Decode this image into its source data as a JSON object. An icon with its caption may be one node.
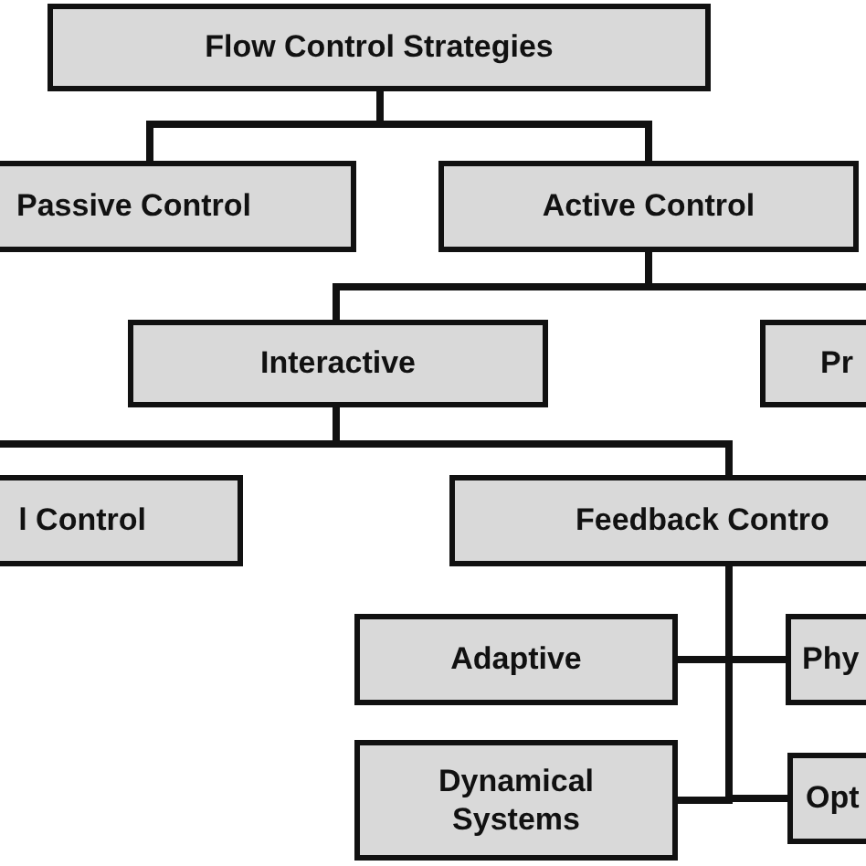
{
  "diagram": {
    "nodes": [
      {
        "text": [
          "Flow Control Strategies"
        ]
      },
      {
        "text": [
          "Passive Control"
        ]
      },
      {
        "text": [
          "Active Control"
        ]
      },
      {
        "text": [
          "Interactive"
        ]
      },
      {
        "text": [
          "Pr"
        ]
      },
      {
        "text": [
          "l Control"
        ]
      },
      {
        "text": [
          "Feedback Contro"
        ]
      },
      {
        "text": [
          "Adaptive"
        ]
      },
      {
        "text": [
          "Phy"
        ]
      },
      {
        "text": [
          "Dynamical Systems"
        ]
      },
      {
        "text": [
          "Opt"
        ]
      }
    ],
    "edges": [
      {
        "from": 0,
        "to": 1,
        "arrow": "none"
      },
      {
        "from": 0,
        "to": 2,
        "arrow": "none"
      },
      {
        "from": 2,
        "to": 3,
        "arrow": "none"
      },
      {
        "from": 2,
        "to": 4,
        "arrow": "none"
      },
      {
        "from": 3,
        "to": 5,
        "arrow": "none"
      },
      {
        "from": 3,
        "to": 6,
        "arrow": "none"
      },
      {
        "from": 6,
        "to": 7,
        "arrow": "none"
      },
      {
        "from": 6,
        "to": 8,
        "arrow": "none"
      },
      {
        "from": 6,
        "to": 9,
        "arrow": "none"
      },
      {
        "from": 6,
        "to": 10,
        "arrow": "none"
      }
    ]
  }
}
